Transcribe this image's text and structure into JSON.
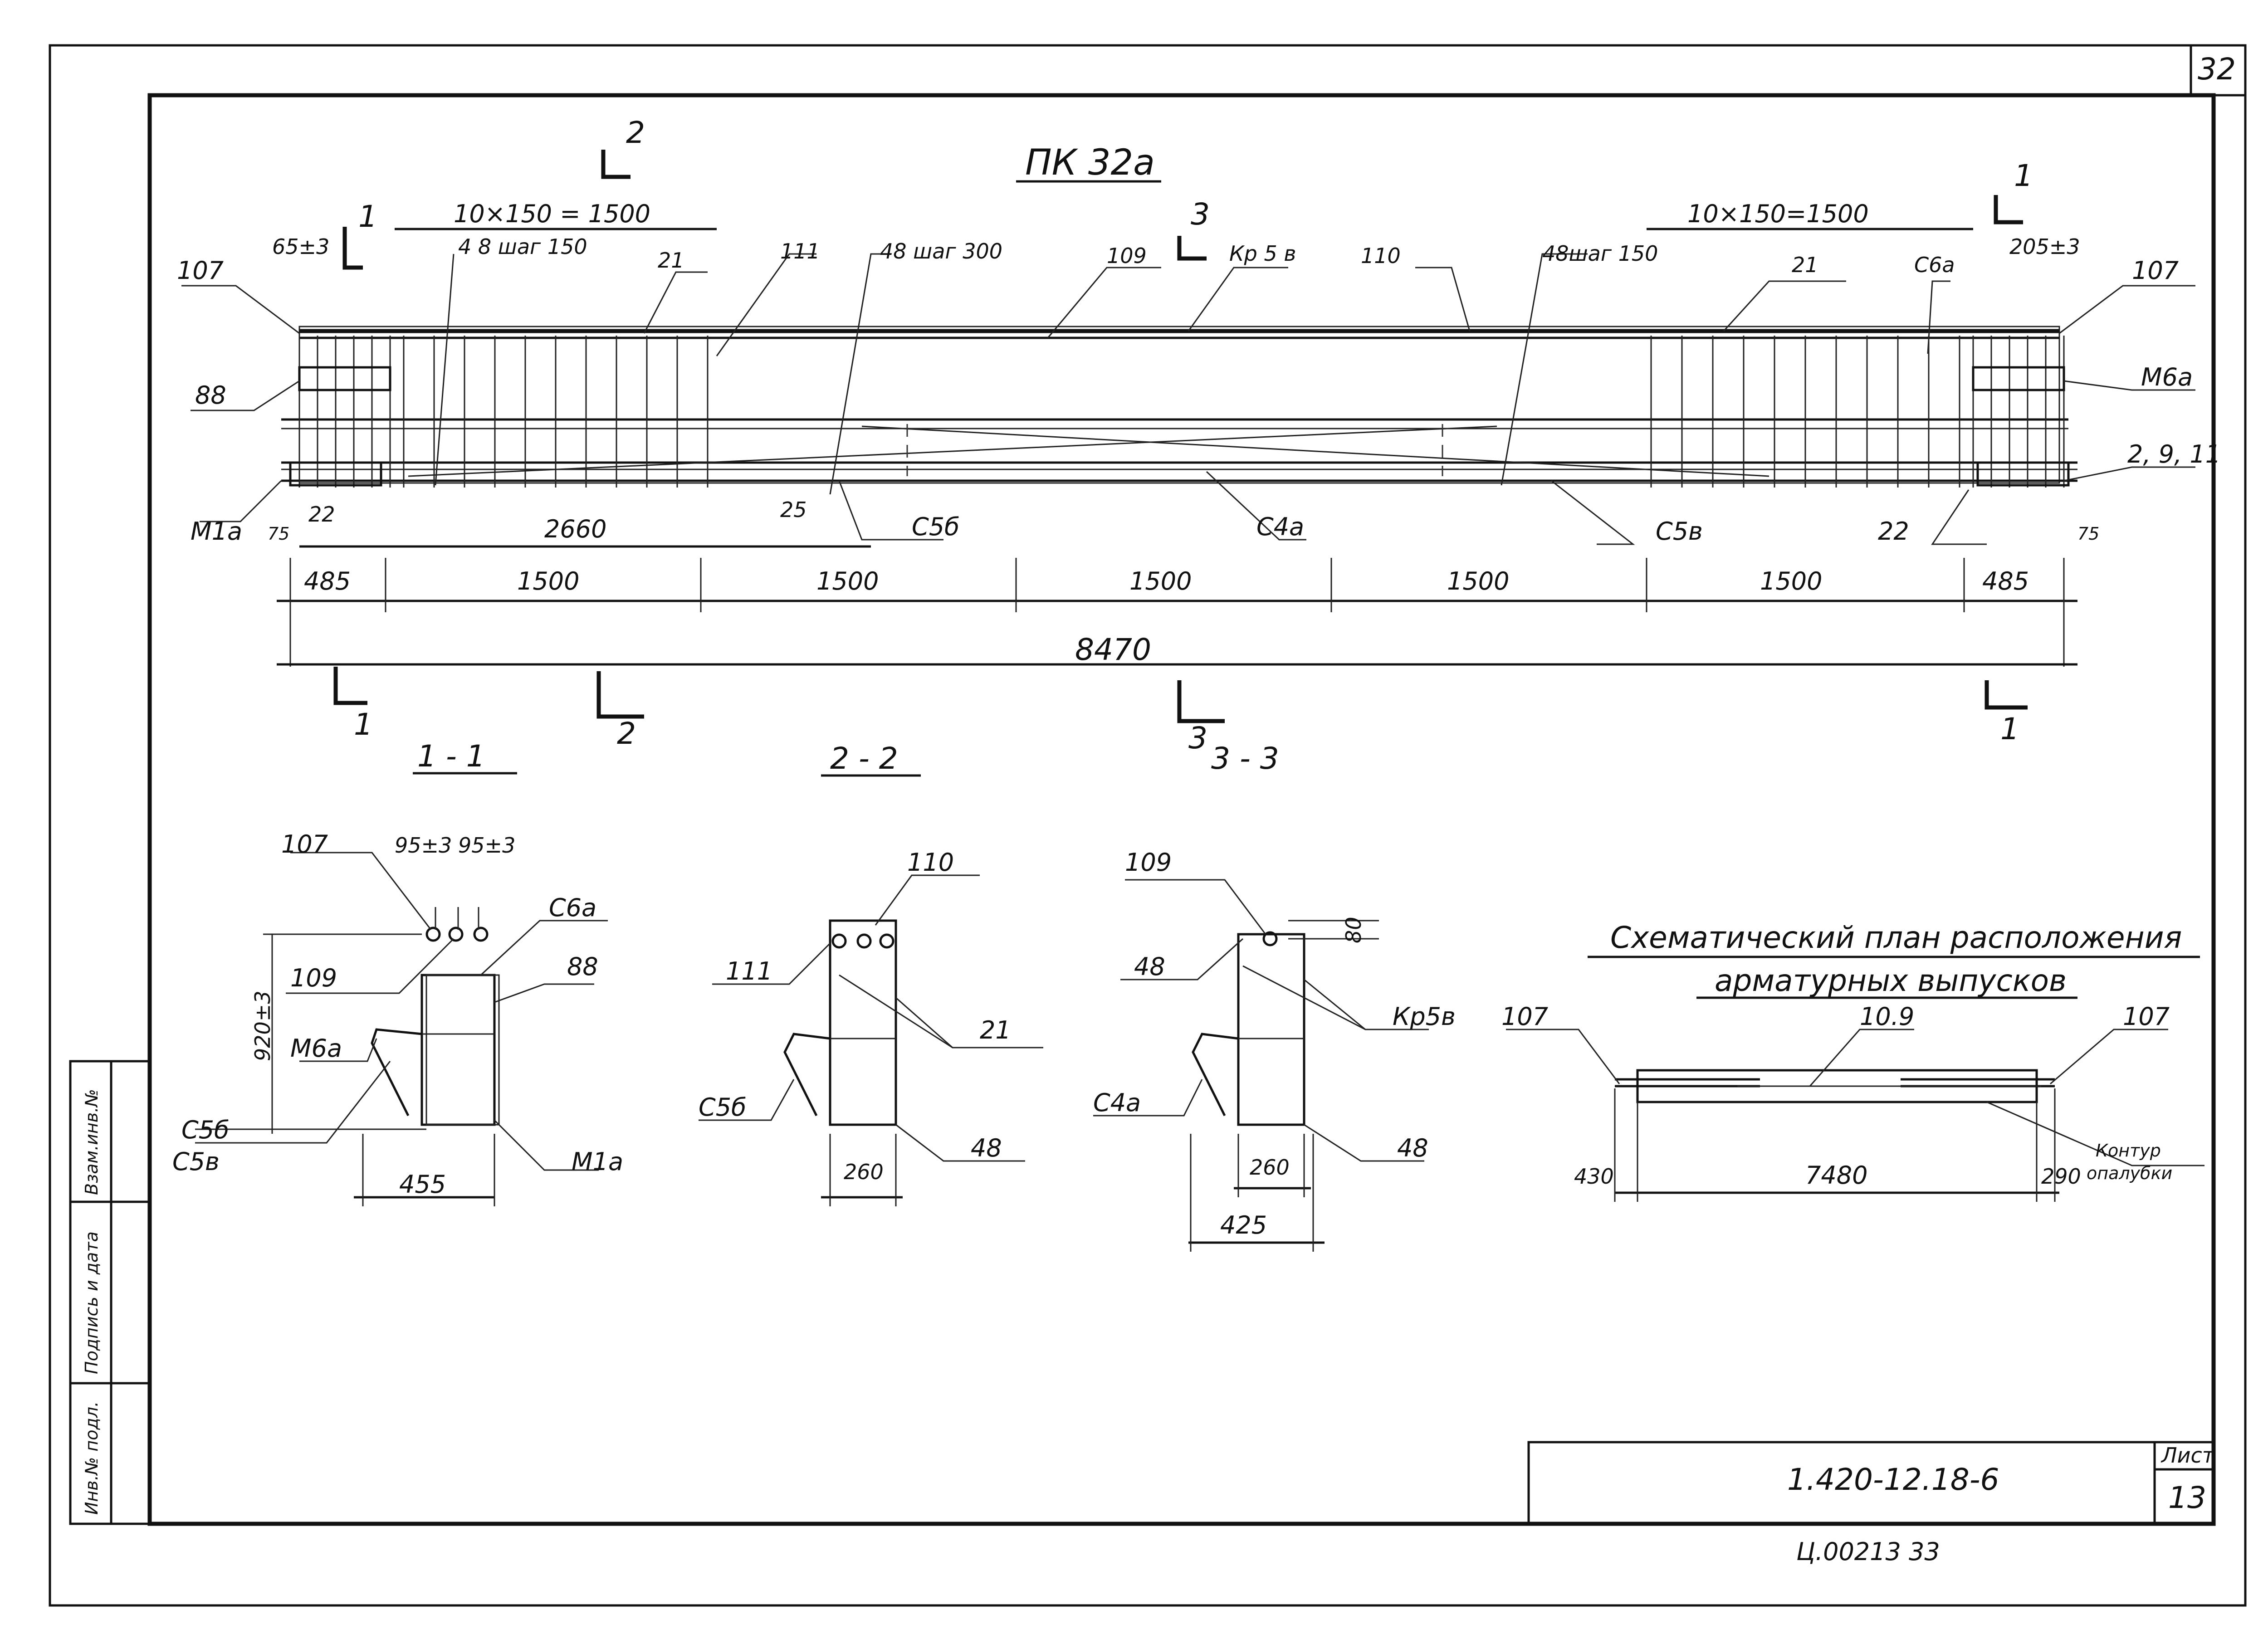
{
  "sheet": {
    "corner_number": "32",
    "sheet_label": "Лист",
    "sheet_number": "13",
    "doc_code": "1.420-12.18-6",
    "copy_number": "Ц.00213   33"
  },
  "side_stamp": {
    "col1": "Инв.№ подл.",
    "col2": "Подпись и дата",
    "col3": "Взам.инв.№"
  },
  "elevation": {
    "title": "ПК 32а",
    "cut_marks": [
      "1",
      "2",
      "3",
      "1",
      "1",
      "2",
      "3",
      "1"
    ],
    "top_dims": [
      "10×150 = 1500",
      "10×150=1500"
    ],
    "tolerances": [
      "65±3",
      "205±3"
    ],
    "labels": {
      "l107a": "107",
      "l107b": "107",
      "l88": "88",
      "l48a": "4 8 шаг 150",
      "l21a": "21",
      "l111": "111",
      "l48b": "48 шаг 300",
      "l109": "109",
      "lKp": "Кр 5 в",
      "l110": "110",
      "l48c": "48шаг 150",
      "l21b": "21",
      "lC6a": "С6а",
      "lM6a": "М6а",
      "l2911": "2, 9, 11",
      "lM1a": "М1а",
      "l22a": "22",
      "l22b": "22",
      "l75a": "75",
      "l75b": "75",
      "l25": "25",
      "lC5b": "С5б",
      "lC4a": "С4а",
      "lC5v": "С5в"
    },
    "dim_2660": "2660",
    "bottom_dims": [
      "485",
      "1500",
      "1500",
      "1500",
      "1500",
      "1500",
      "485"
    ],
    "overall": "8470"
  },
  "sections": {
    "s1": {
      "title": "1 - 1",
      "l107": "107",
      "t1": "95±3",
      "t2": "95±3",
      "lC6a": "С6а",
      "l109": "109",
      "l88": "88",
      "l920": "920±3",
      "lM6a": "М6а",
      "lC5b": "С5б",
      "lC5v": "С5в",
      "lM1a": "М1а",
      "dim": "455"
    },
    "s2": {
      "title": "2 - 2",
      "l110": "110",
      "l111": "111",
      "l21": "21",
      "lC5b": "С5б",
      "l48": "48",
      "dim": "260"
    },
    "s3": {
      "title": "3 - 3",
      "l109": "109",
      "l80": "80",
      "l48a": "48",
      "lKp": "Кр5в",
      "lC4a": "С4а",
      "l48b": "48",
      "dim1": "260",
      "dim2": "425"
    }
  },
  "scheme": {
    "title1": "Схематический план расположения",
    "title2": "арматурных выпусков",
    "l107a": "107",
    "l109": "10.9",
    "l107b": "107",
    "d430": "430",
    "d7480": "7480",
    "d290": "290",
    "contour1": "Контур",
    "contour2": "опалубки"
  }
}
